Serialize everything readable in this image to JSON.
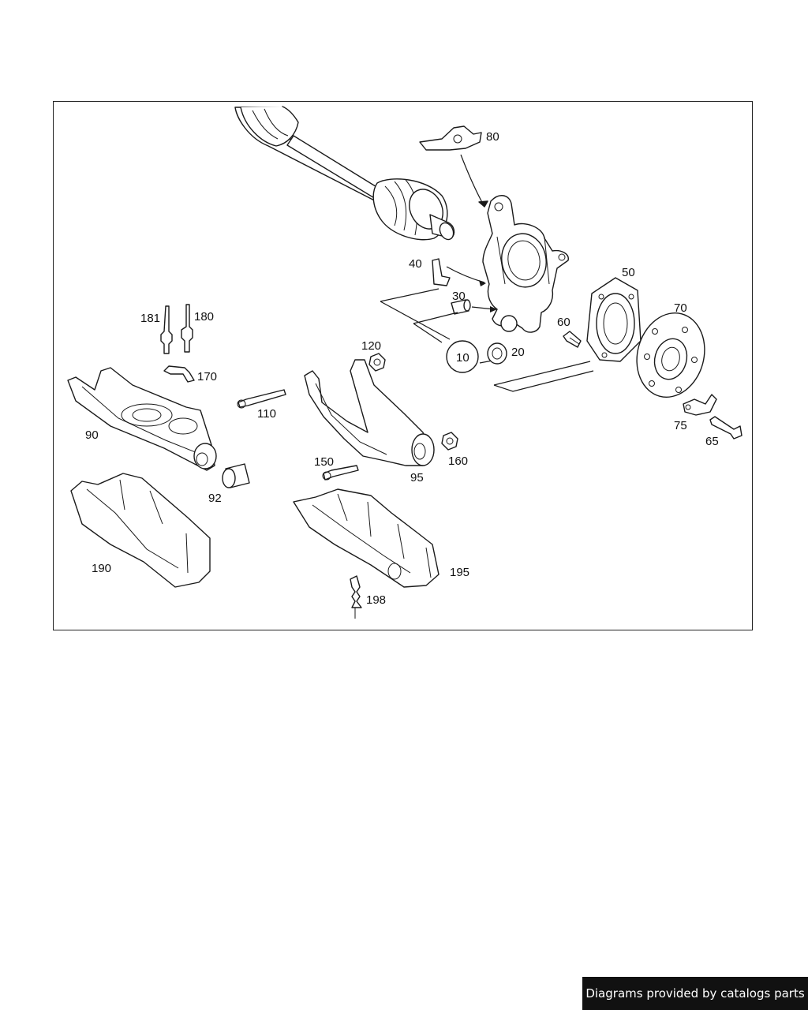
{
  "diagram": {
    "labels": {
      "p10": "10",
      "p20": "20",
      "p30": "30",
      "p40": "40",
      "p50": "50",
      "p60": "60",
      "p65": "65",
      "p70": "70",
      "p75": "75",
      "p80": "80",
      "p90": "90",
      "p92": "92",
      "p95": "95",
      "p110": "110",
      "p120": "120",
      "p150": "150",
      "p160": "160",
      "p170": "170",
      "p180": "180",
      "p181": "181",
      "p190": "190",
      "p195": "195",
      "p198": "198"
    }
  },
  "footer": {
    "text": "Diagrams provided by catalogs parts"
  }
}
